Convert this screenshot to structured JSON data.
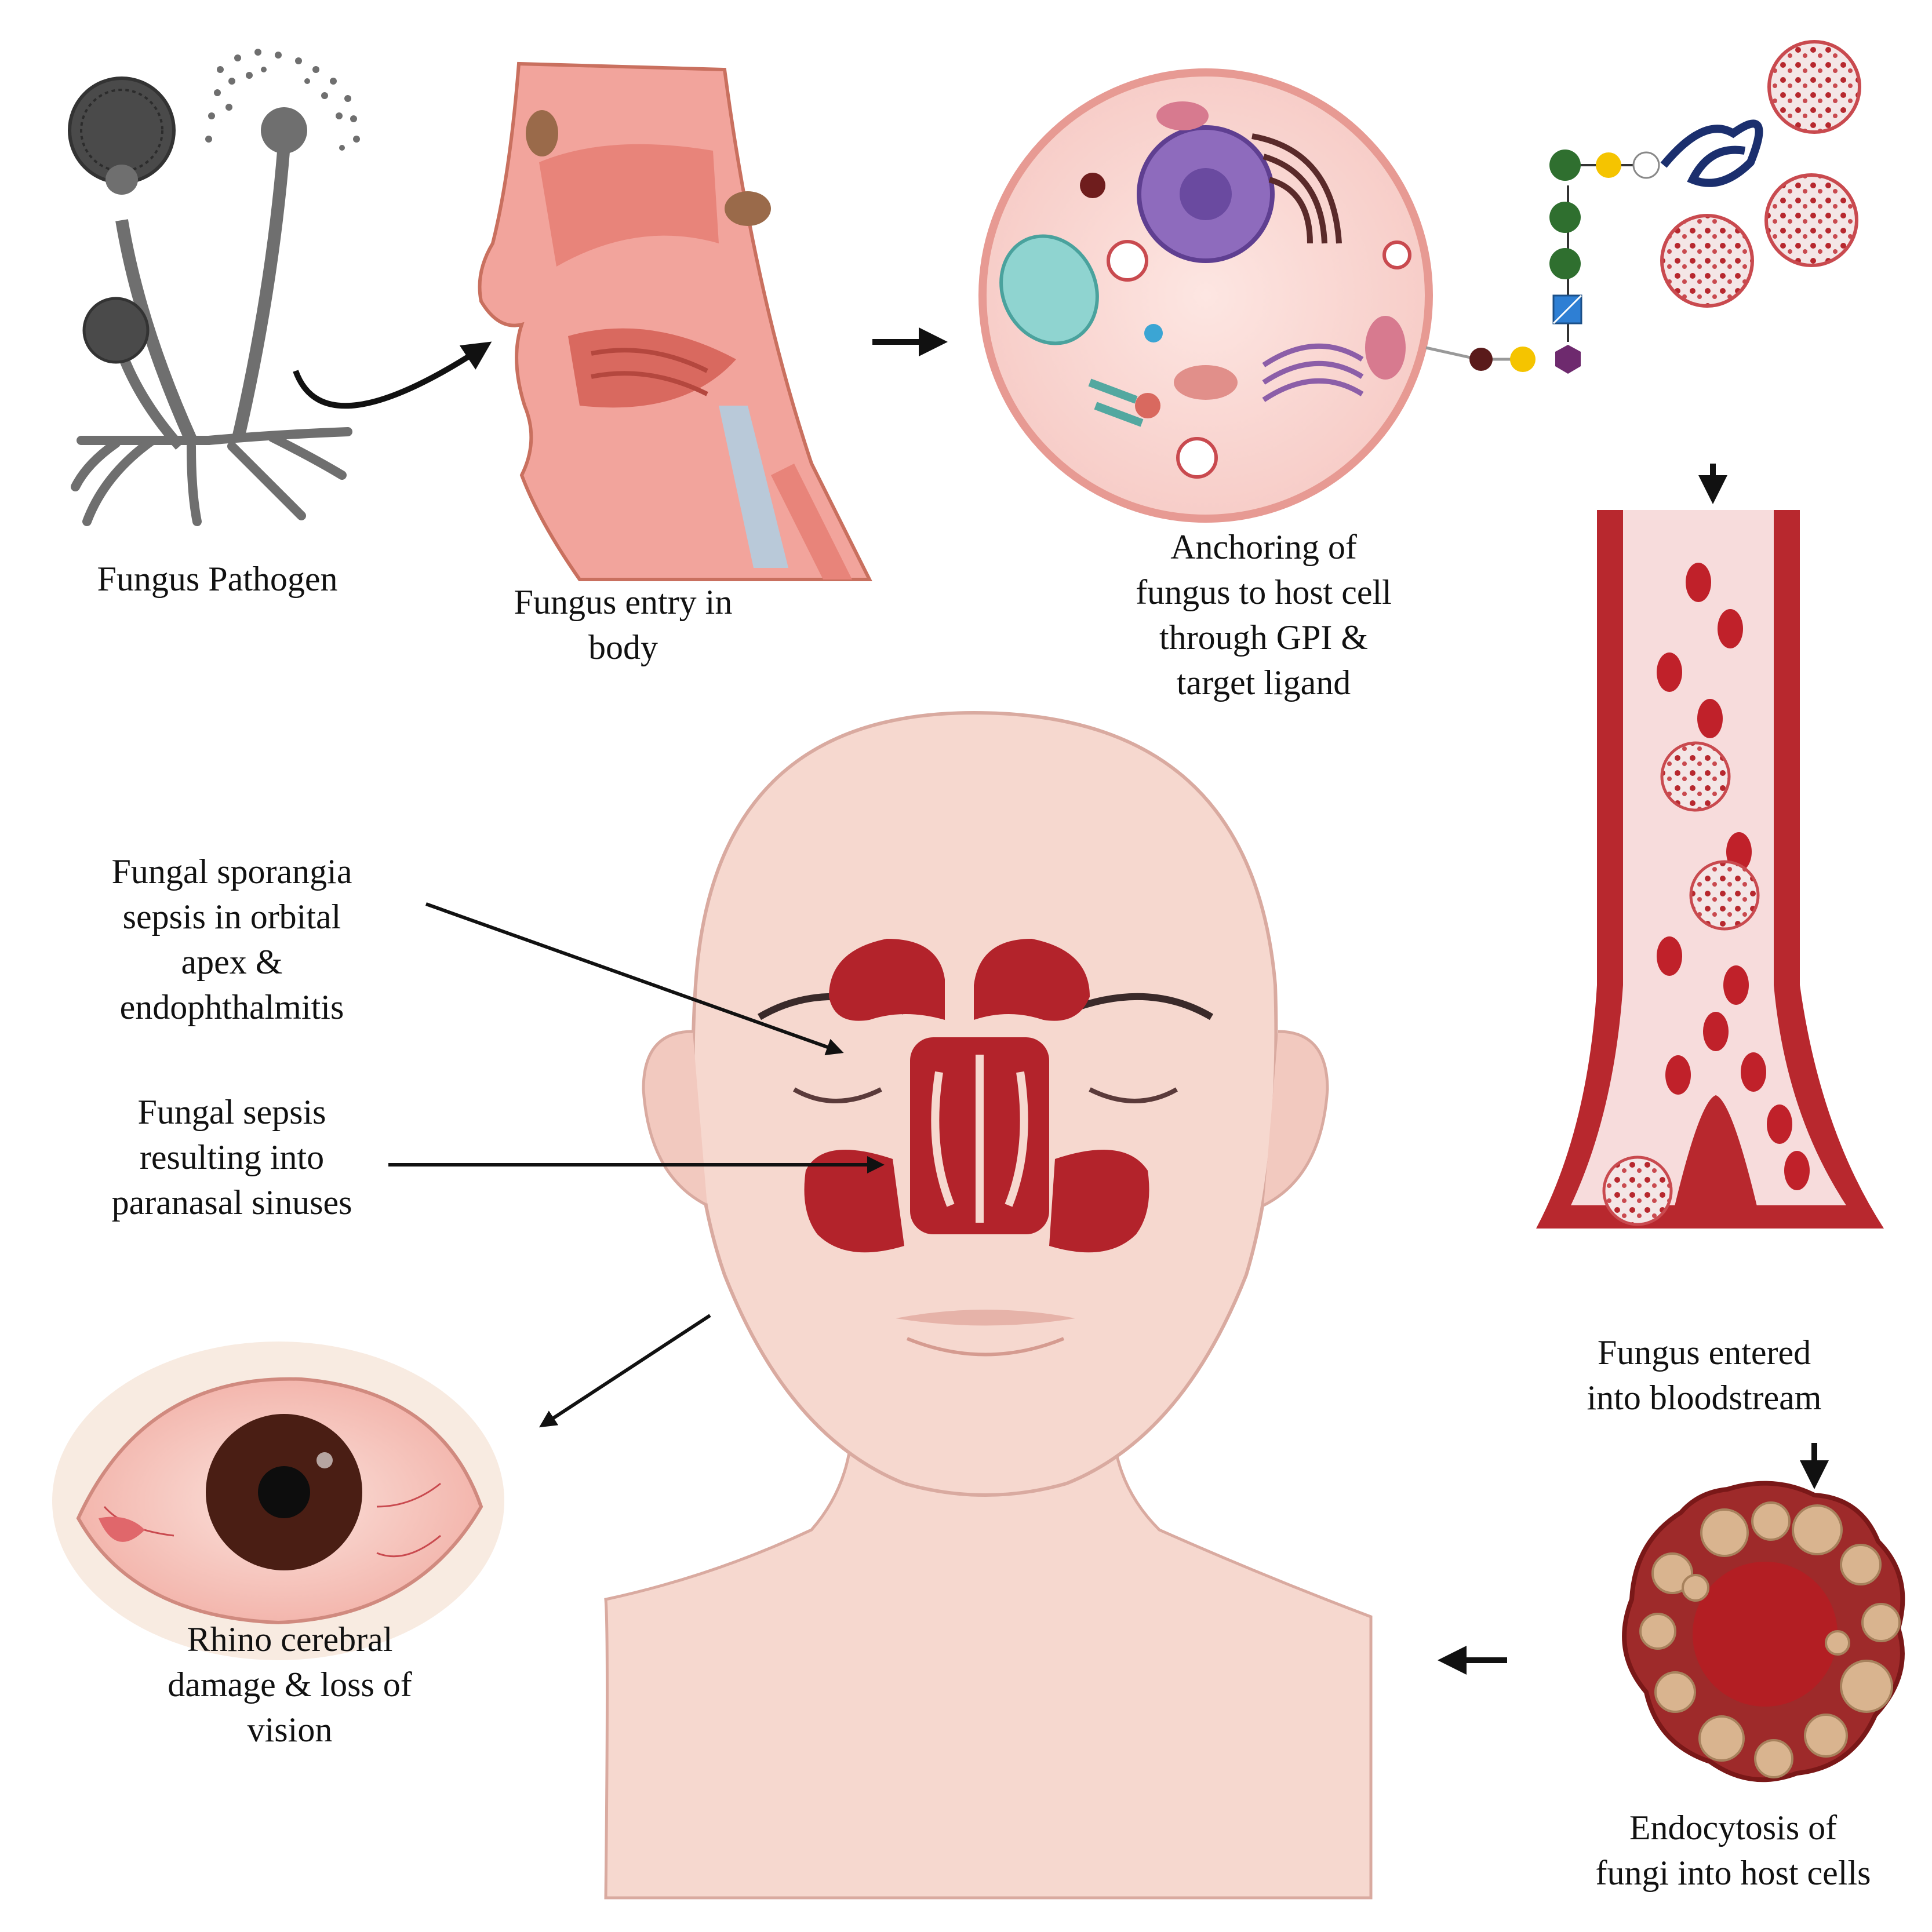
{
  "labels": {
    "fungus_pathogen": [
      "Fungus Pathogen"
    ],
    "fungus_entry": [
      "Fungus entry in",
      "body"
    ],
    "anchoring": [
      "Anchoring of",
      "fungus to host cell",
      "through GPI &",
      "target ligand"
    ],
    "bloodstream": [
      "Fungus entered",
      "into bloodstream"
    ],
    "endocytosis": [
      "Endocytosis of",
      "fungi into host cells"
    ],
    "rhino": [
      "Rhino cerebral",
      "damage & loss of",
      "vision"
    ],
    "sporangia": [
      "Fungal sporangia",
      "sepsis in orbital",
      "apex &",
      "endophthalmitis"
    ],
    "sinuses": [
      "Fungal sepsis",
      "resulting into",
      "paranasal sinuses"
    ]
  },
  "colors": {
    "fungus_gray": "#6f6f6f",
    "tissue_pink": "#f2a49c",
    "tissue_dark": "#d9695f",
    "cell_membrane": "#f3b9b4",
    "vessel_red": "#b8282e",
    "sinus_red": "#b3232b",
    "skin": "#f6d8cf",
    "glycan_green": "#2f6f2f",
    "glycan_yellow": "#f5c400",
    "glycan_purple": "#6e2a6e",
    "iris_brown": "#4a1e14"
  },
  "icons": [
    "fungus-icon",
    "nasal-cavity-icon",
    "host-cell-icon",
    "gpi-anchor-icon",
    "virion-icon",
    "blood-vessel-icon",
    "infected-cell-icon",
    "head-icon",
    "red-eye-icon",
    "arrow-icon"
  ]
}
